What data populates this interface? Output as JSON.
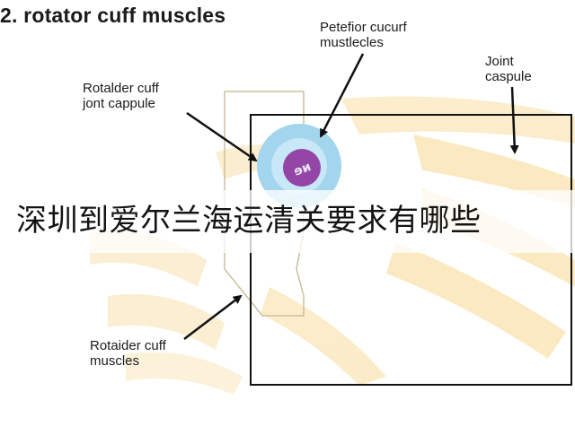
{
  "diagram": {
    "title": "2. rotator cuff muscles",
    "labels": {
      "top_center": "Petefior cucurf\nmustlecles",
      "top_right": "Joint\ncaspule",
      "left_upper": "Rotalder cuff\njont cappule",
      "left_lower": "Rotaider cuff\nmuscles",
      "circle_center": "ɘᴎ"
    },
    "colors": {
      "stripe": "#f8e3b5",
      "stripe_dark": "#f3d595",
      "outline": "#111111",
      "shield_outline": "#cfc3a8",
      "outer_circle": "#a3d6ee",
      "inner_circle": "#9446a6"
    }
  },
  "overlay": {
    "banner_text": "深圳到爱尔兰海运清关要求有哪些"
  }
}
